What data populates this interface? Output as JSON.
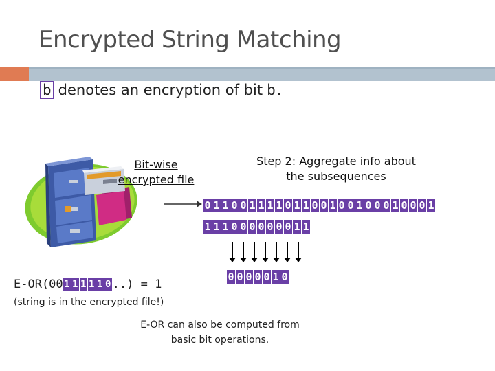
{
  "title": "Encrypted String Matching",
  "bullet": {
    "bit": "b",
    "text": "denotes an encryption of bit",
    "bit2": "b",
    "end": "."
  },
  "file_label": {
    "line1": "Bit-wise",
    "line2": "encrypted file"
  },
  "step2": {
    "line1": "Step 2: Aggregate info about",
    "line2": "the subsequences"
  },
  "strip1": [
    "0",
    "1",
    "1",
    "0",
    "0",
    "1",
    "1",
    "1",
    "1",
    "0",
    "1",
    "1",
    "0",
    "0",
    "1",
    "0",
    "0",
    "1",
    "0",
    "0",
    "0",
    "1",
    "0",
    "0",
    "0",
    "1"
  ],
  "strip2": [
    "1",
    "1",
    "1",
    "0",
    "0",
    "0",
    "0",
    "0",
    "0",
    "0",
    "1",
    "1"
  ],
  "strip3": [
    "0",
    "0",
    "0",
    "0",
    "0",
    "1",
    "0"
  ],
  "eor": {
    "prefix": "E-OR(00",
    "bits": [
      "1",
      "1",
      "1",
      "1",
      "1",
      "0"
    ],
    "suffix": "..) = 1"
  },
  "eor_note": "(string is in the encrypted file!)",
  "bottom_note": {
    "line1": "E-OR can also be computed from",
    "line2": "basic bit operations."
  }
}
